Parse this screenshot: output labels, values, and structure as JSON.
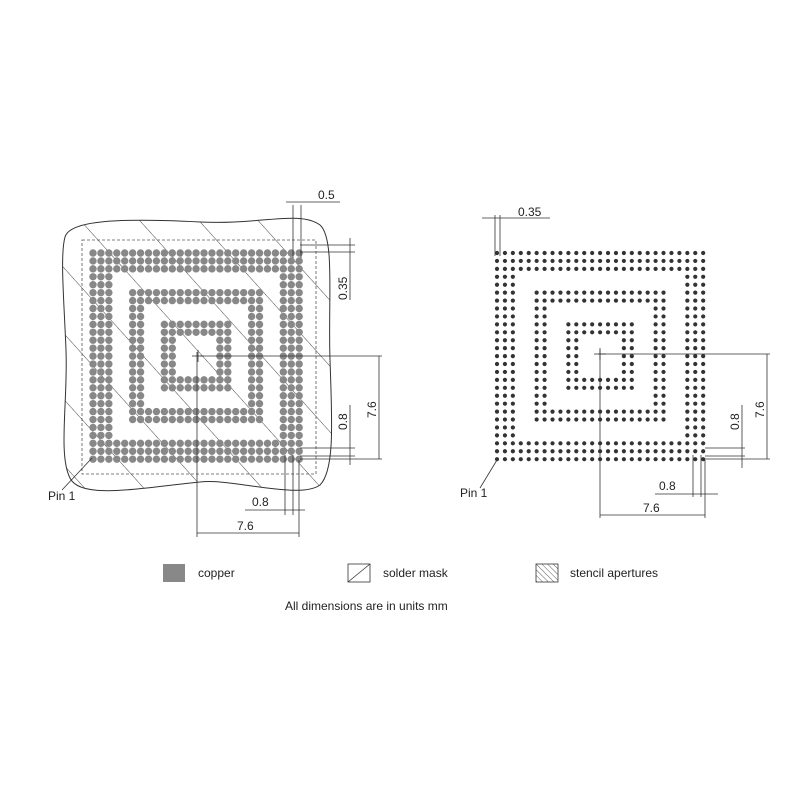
{
  "left_view": {
    "dim_pad_diameter": "0.5",
    "dim_mask_clearance": "0.35",
    "dim_pitch_h": "0.8",
    "dim_pitch_v": "0.8",
    "dim_center_h": "7.6",
    "dim_center_v": "7.6",
    "pin1_label": "Pin 1"
  },
  "right_view": {
    "dim_aperture": "0.35",
    "dim_pitch_h": "0.8",
    "dim_pitch_v": "0.8",
    "dim_center_h": "7.6",
    "dim_center_v": "7.6",
    "pin1_label": "Pin 1"
  },
  "legend": {
    "copper_label": "copper",
    "solder_mask_label": "solder mask",
    "stencil_label": "stencil apertures"
  },
  "note": "All dimensions are in units mm",
  "colors": {
    "copper": "#888888",
    "line": "#333333",
    "aperture": "#333333"
  }
}
